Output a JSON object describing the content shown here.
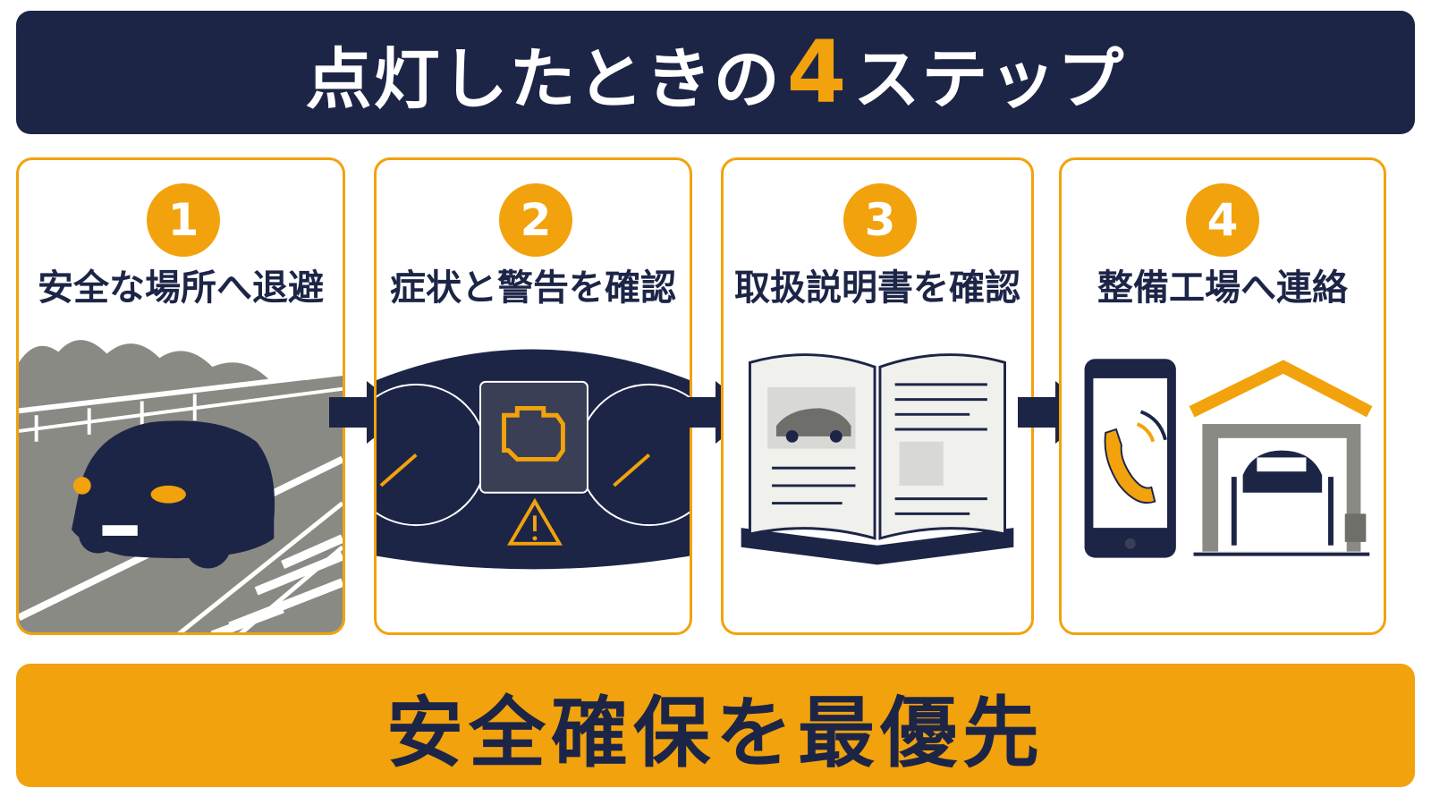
{
  "header": {
    "title_before": "点灯したときの",
    "title_number": "4",
    "title_after": "ステップ"
  },
  "steps": [
    {
      "number": "1",
      "label": "安全な場所へ退避"
    },
    {
      "number": "2",
      "label": "症状と警告を確認"
    },
    {
      "number": "3",
      "label": "取扱説明書を確認"
    },
    {
      "number": "4",
      "label": "整備工場へ連絡"
    }
  ],
  "footer": {
    "text": "安全確保を最優先"
  },
  "colors": {
    "navy": "#1d2547",
    "orange": "#f2a20c",
    "gray": "#8a8a84",
    "white": "#ffffff"
  }
}
